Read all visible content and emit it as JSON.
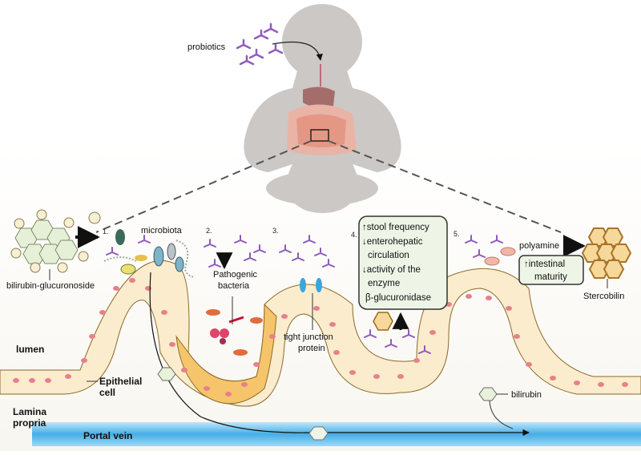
{
  "labels": {
    "probiotics": "probiotics",
    "microbiota": "microbiota",
    "bilirubin_glucuronoside": "bilirubin-glucuronoside",
    "pathogenic_line1": "Pathogenic",
    "pathogenic_line2": "bacteria",
    "tight_junction_line1": "tight junction",
    "tight_junction_line2": "protein",
    "polyamine": "polyamine",
    "stercobilin": "Stercobilin",
    "lumen": "lumen",
    "epithelial_line1": "Epithelial",
    "epithelial_line2": "cell",
    "lamina_line1": "Lamina",
    "lamina_line2": "propria",
    "portal_vein": "Portal vein",
    "bilirubin": "bilirubin"
  },
  "steps": [
    "1.",
    "2.",
    "3.",
    "4.",
    "5."
  ],
  "box_stool": [
    "↑stool frequency",
    "↓enterohepatic",
    "circulation",
    "↓activity of the",
    "enzyme",
    "β-glucuronidase"
  ],
  "box_intestinal": [
    "↑intestinal",
    "maturity"
  ],
  "colors": {
    "infant": "#cbc8c6",
    "box_fill": "#eef5e6",
    "box_stroke": "#333333",
    "villus_cell": "#fbeccd",
    "crypt_cell": "#f6c56b",
    "nucleus": "#e7808a",
    "portal_vein": "#4ab1e6",
    "hexagon_green": "#e8f1da",
    "stercobilin": "#d79a3a",
    "probiotic": "#8f5bbd"
  }
}
